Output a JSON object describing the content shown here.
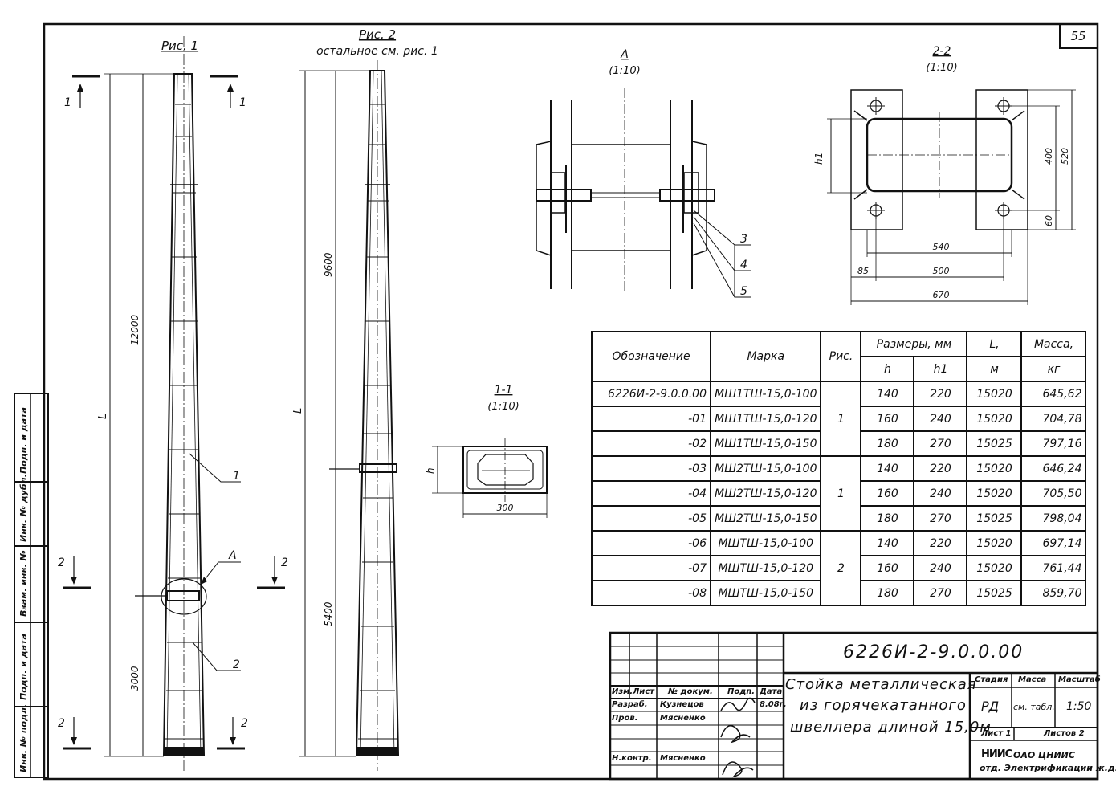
{
  "page_number": "55",
  "fig1": {
    "title": "Рис. 1",
    "dim_total": "12000",
    "dim_bottom": "3000",
    "dim_L": "L",
    "callout_1": "1",
    "callout_2": "2",
    "callout_A": "A",
    "section_1": "1",
    "section_2": "2"
  },
  "fig2": {
    "title": "Рис. 2",
    "subtitle": "остальное см. рис. 1",
    "dim_top": "9600",
    "dim_bottom": "5400",
    "dim_L": "L"
  },
  "viewA": {
    "title": "А",
    "scale": "(1:10)",
    "callouts": [
      "3",
      "4",
      "5"
    ]
  },
  "section11": {
    "title": "1-1",
    "scale": "(1:10)",
    "dim_w": "300",
    "dim_h": "h"
  },
  "section22": {
    "title": "2-2",
    "scale": "(1:10)",
    "dim_h1": "h1",
    "dim_400": "400",
    "dim_520": "520",
    "dim_60": "60",
    "dim_540": "540",
    "dim_85": "85",
    "dim_500": "500",
    "dim_670": "670"
  },
  "table": {
    "headers": {
      "designation": "Обозначение",
      "mark": "Марка",
      "fig": "Рис.",
      "sizes": "Размеры, мм",
      "h": "h",
      "h1": "h1",
      "L": "L,",
      "L_unit": "м",
      "mass": "Масса,",
      "mass_unit": "кг"
    },
    "rows": [
      {
        "des": "6226И-2-9.0.0.00",
        "mark": "МШ1ТШ-15,0-100",
        "h": "140",
        "h1": "220",
        "L": "15020",
        "mass": "645,62"
      },
      {
        "des": "-01",
        "mark": "МШ1ТШ-15,0-120",
        "h": "160",
        "h1": "240",
        "L": "15020",
        "mass": "704,78"
      },
      {
        "des": "-02",
        "mark": "МШ1ТШ-15,0-150",
        "h": "180",
        "h1": "270",
        "L": "15025",
        "mass": "797,16"
      },
      {
        "des": "-03",
        "mark": "МШ2ТШ-15,0-100",
        "h": "140",
        "h1": "220",
        "L": "15020",
        "mass": "646,24"
      },
      {
        "des": "-04",
        "mark": "МШ2ТШ-15,0-120",
        "h": "160",
        "h1": "240",
        "L": "15020",
        "mass": "705,50"
      },
      {
        "des": "-05",
        "mark": "МШ2ТШ-15,0-150",
        "h": "180",
        "h1": "270",
        "L": "15025",
        "mass": "798,04"
      },
      {
        "des": "-06",
        "mark": "МШТШ-15,0-100",
        "h": "140",
        "h1": "220",
        "L": "15020",
        "mass": "697,14"
      },
      {
        "des": "-07",
        "mark": "МШТШ-15,0-120",
        "h": "160",
        "h1": "240",
        "L": "15020",
        "mass": "761,44"
      },
      {
        "des": "-08",
        "mark": "МШТШ-15,0-150",
        "h": "180",
        "h1": "270",
        "L": "15025",
        "mass": "859,70"
      }
    ],
    "fig_groups": [
      "1",
      "1",
      "2"
    ]
  },
  "side_stamp": [
    "Подп. и дата",
    "Инв. № дубл.",
    "Взам. инв. №",
    "Подп. и дата",
    "Инв. № подл."
  ],
  "title_block": {
    "code": "6226И-2-9.0.0.00",
    "name_lines": [
      "Стойка металлическая",
      "из горячекатанного",
      "швеллера длиной 15,0м"
    ],
    "col_izm": "Изм.",
    "col_list": "Лист",
    "col_doc": "№ докум.",
    "col_sign": "Подп.",
    "col_date": "Дата",
    "razrab_label": "Разраб.",
    "razrab_name": "Кузнецов",
    "date": "8.08г.",
    "prov_label": "Пров.",
    "prov_name": "Мясненко",
    "nkontr_label": "Н.контр.",
    "nkontr_name": "Мясненко",
    "stage_label": "Стадия",
    "mass_label": "Масса",
    "scale_label": "Масштаб",
    "stage": "РД",
    "mass": "см. табл.",
    "scale": "1:50",
    "sheet": "Лист 1",
    "sheets": "Листов 2",
    "org_logo": "НИИС",
    "org1": "ОАО ЦНИИС",
    "org2": "отд. Электрификации ж.д."
  }
}
